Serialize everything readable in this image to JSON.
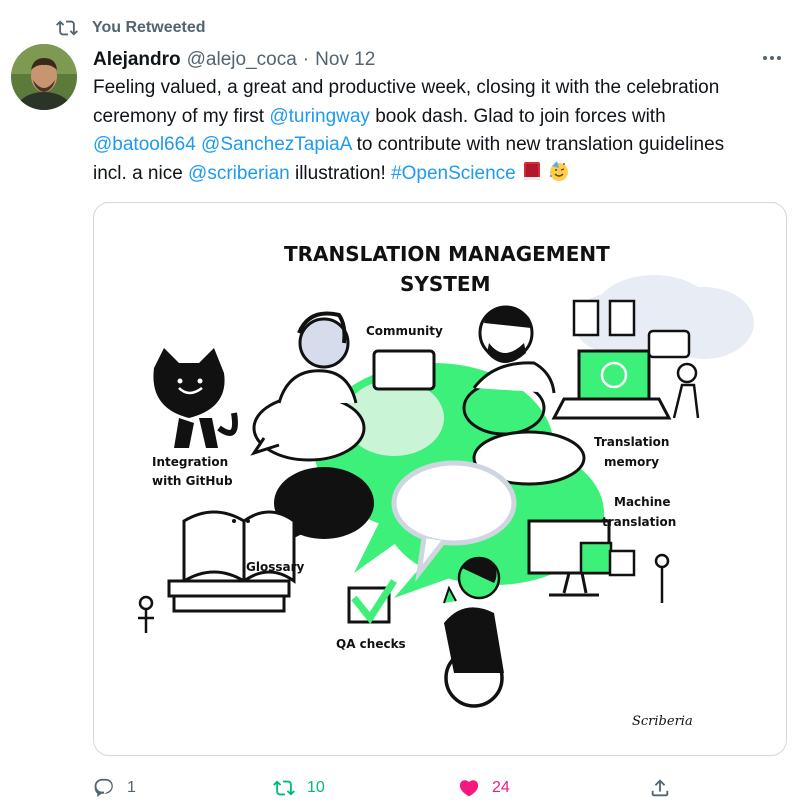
{
  "retweet_context": {
    "label": "You Retweeted",
    "icon": "retweet-icon"
  },
  "author": {
    "name": "Alejandro",
    "handle": "@alejo_coca",
    "separator": "·",
    "date": "Nov 12"
  },
  "tweet": {
    "line1": "Feeling valued, a great and productive week, closing it with the celebration",
    "line2_a": "ceremony of my first ",
    "mention_turingway": "@turingway",
    "line2_b": " book dash. Glad to join forces with",
    "mention_batool": "@batool664",
    "mention_sanchez": "@SanchezTapiaA",
    "line3_b": " to contribute with new translation guidelines",
    "line4_a": "incl. a nice ",
    "mention_scriberian": "@scriberian",
    "line4_b": " illustration! ",
    "hashtag": "#OpenScience"
  },
  "illustration": {
    "title_line1": "TRANSLATION MANAGEMENT",
    "title_line2": "SYSTEM",
    "community": "Community",
    "integration_line1": "Integration",
    "integration_line2": "with GitHub",
    "translation_line1": "Translation",
    "translation_line2": "memory",
    "machine_line1": "Machine",
    "machine_line2": "translation",
    "glossary": "Glossary",
    "qa": "QA checks",
    "signature": "Scriberia",
    "accent_color": "#3df07a"
  },
  "actions": {
    "reply_count": "1",
    "retweet_count": "10",
    "like_count": "24",
    "retweet_color": "#00ba7c",
    "like_color": "#f91880"
  }
}
